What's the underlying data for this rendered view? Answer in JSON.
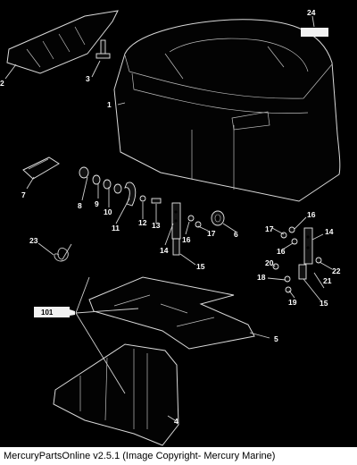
{
  "callouts": {
    "c1": "1",
    "c2": "2",
    "c3": "3",
    "c4": "4",
    "c5": "5",
    "c6": "6",
    "c7": "7",
    "c8": "8",
    "c9": "9",
    "c10": "10",
    "c11": "11",
    "c12": "12",
    "c13": "13",
    "c14a": "14",
    "c14b": "14",
    "c15a": "15",
    "c15b": "15",
    "c16a": "16",
    "c16b": "16",
    "c16c": "16",
    "c17a": "17",
    "c17b": "17",
    "c18": "18",
    "c19": "19",
    "c20": "20",
    "c21": "21",
    "c22": "22",
    "c23": "23",
    "c24": "24"
  },
  "tube_label": "101",
  "footer": {
    "text": "MercuryPartsOnline v2.5.1 (Image Copyright- Mercury Marine)"
  },
  "colors": {
    "background": "#000000",
    "line": "#d9d9d9",
    "footer_bg": "#ffffff"
  }
}
